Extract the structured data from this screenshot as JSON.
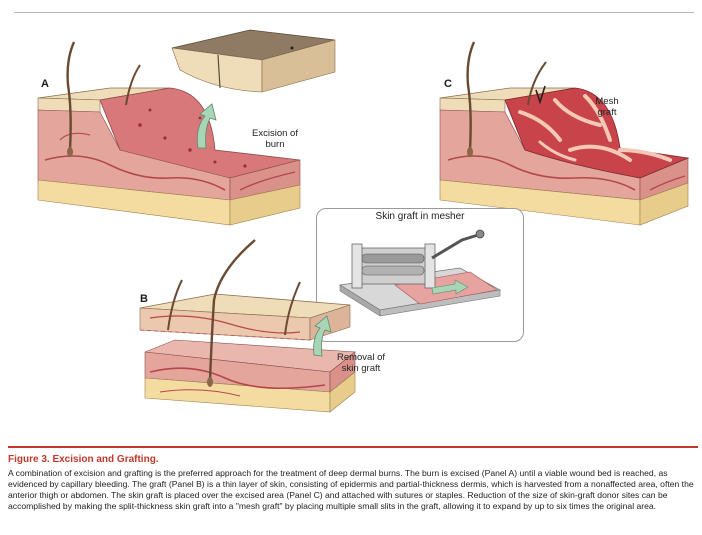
{
  "figure": {
    "panels": {
      "a": "A",
      "b": "B",
      "c": "C"
    },
    "callouts": {
      "excision_of_burn": [
        "Excision of",
        "burn"
      ],
      "mesh_graft": [
        "Mesh",
        "graft"
      ],
      "removal_of_skin_graft": [
        "Removal of",
        "skin graft"
      ],
      "skin_graft_in_mesher": "Skin graft in mesher"
    },
    "colors": {
      "caption_accent": "#c0392b",
      "epidermis": "#efdcb8",
      "dermis": "#e3a59c",
      "fat": "#f4dca0",
      "wound_bed": "#d9787a",
      "mesh": "#c9434a",
      "vessel": "#b5474a",
      "hair": "#6b4a33",
      "arrow": "#a8d5b5"
    }
  },
  "caption": {
    "title": "Figure 3. Excision and Grafting.",
    "body": "A combination of excision and grafting is the preferred approach for the treatment of deep dermal burns. The burn is excised (Panel A) until a viable wound bed is reached, as evidenced by capillary bleeding. The graft (Panel B) is a thin layer of skin, consisting of epidermis and partial-thickness dermis, which is harvested from a nonaffected area, often the anterior thigh or abdomen. The skin graft is placed over the excised area (Panel C) and attached with sutures or staples. Reduction of the size of skin-graft donor sites can be accomplished by making the split-thickness skin graft into a \"mesh graft\" by placing multiple small slits in the graft, allowing it to expand by up to six times the original area."
  }
}
